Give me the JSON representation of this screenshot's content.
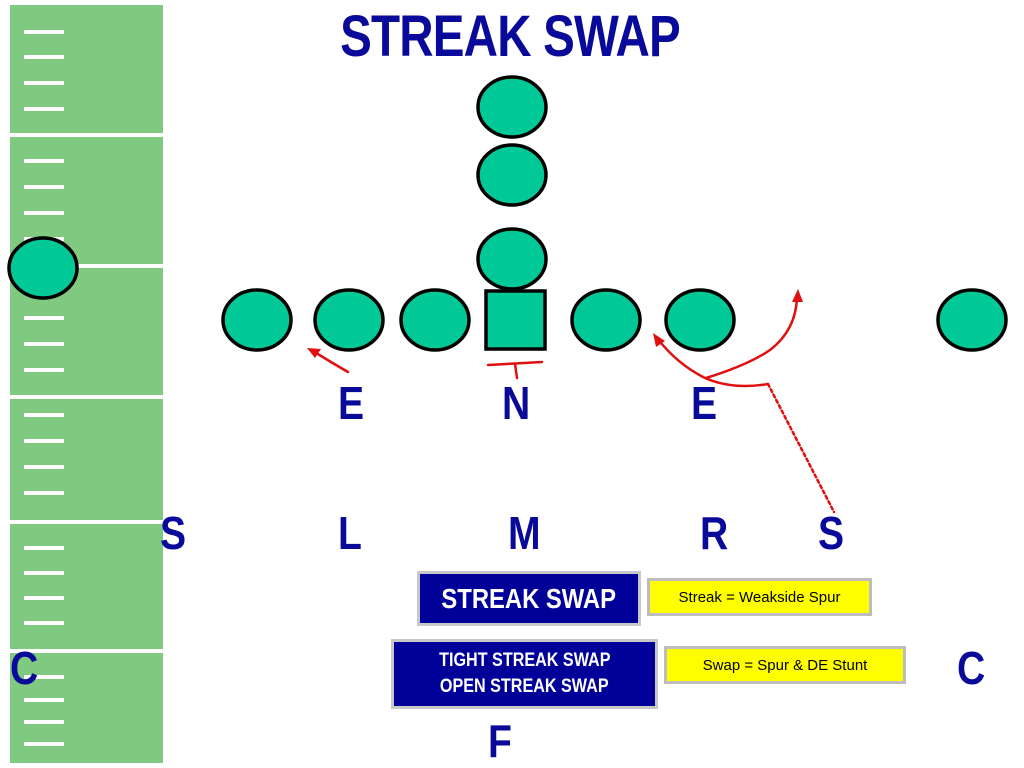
{
  "title": "STREAK SWAP",
  "defenders": {
    "e_left": "E",
    "n": "N",
    "e_right": "E",
    "s_left": "S",
    "l": "L",
    "m": "M",
    "r": "R",
    "s_right": "S",
    "c_left": "C",
    "c_right": "C",
    "f": "F"
  },
  "call_box": {
    "label": "STREAK SWAP"
  },
  "variants_box": {
    "line1": "TIGHT STREAK SWAP",
    "line2": "OPEN STREAK SWAP"
  },
  "notes": {
    "streak": "Streak = Weakside Spur",
    "swap": "Swap = Spur & DE Stunt"
  },
  "colors": {
    "title_text": "#0a0a9a",
    "field_green": "#7fca80",
    "player_fill": "#00c896",
    "route_red": "#e01010",
    "box_blue": "#000099",
    "note_yellow": "#ffff00"
  },
  "icons": {
    "offense_player": "circle",
    "center": "square",
    "stunt_path": "red-arrow",
    "blitz_path": "red-dotted-line"
  }
}
